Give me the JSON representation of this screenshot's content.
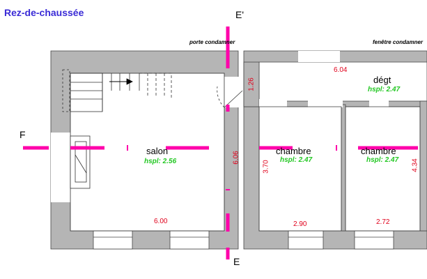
{
  "title": "Rez-de-chaussée",
  "notes": {
    "porte": "porte condamner",
    "fenetre": "fenêtre condamner"
  },
  "rooms": {
    "salon": {
      "name": "salon",
      "hspl": "hspl: 2.56"
    },
    "chambre1": {
      "name": "chambre",
      "hspl": "hspl: 2.47"
    },
    "chambre2": {
      "name": "chambre",
      "hspl": "hspl: 2.47"
    },
    "degt": {
      "name": "dégt",
      "hspl": "hspl: 2.47"
    }
  },
  "dimensions": {
    "d_126": "1.26",
    "d_604": "6.04",
    "d_606": "6.06",
    "d_370": "3.70",
    "d_434": "4.34",
    "d_600": "6.00",
    "d_290": "2.90",
    "d_272": "2.72"
  },
  "sections": {
    "e_top": "E'",
    "e_bottom": "E",
    "f": "F"
  },
  "colors": {
    "wall": "#b5b5b5",
    "section": "#ff00aa",
    "dimension": "#e0001b",
    "height": "#22c722",
    "title": "#3a2bd6"
  }
}
